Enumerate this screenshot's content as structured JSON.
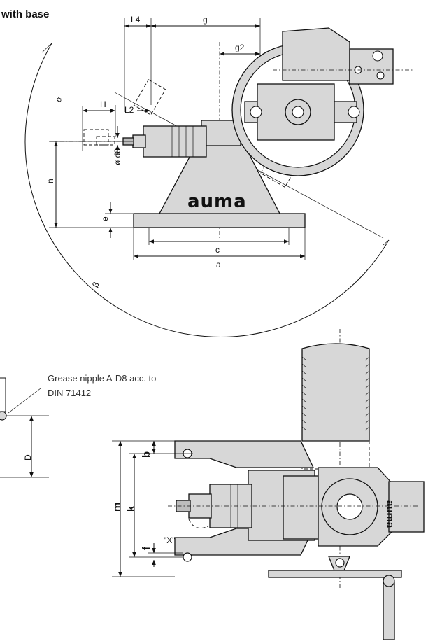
{
  "title": "with base",
  "brand": "auma",
  "dimensions": {
    "L4": "L4",
    "g": "g",
    "g2": "g2",
    "H": "H",
    "L2": "L2",
    "alpha": "α",
    "beta": "β",
    "d8": "ø d8",
    "n": "n",
    "e": "e",
    "c": "c",
    "a": "a",
    "D": "D",
    "b": "b",
    "m": "m",
    "k": "k",
    "f": "f"
  },
  "detail_label": "\"X\"",
  "grease_note": {
    "line1": "Grease nipple A-D8 acc. to",
    "line2": "DIN 71412"
  }
}
